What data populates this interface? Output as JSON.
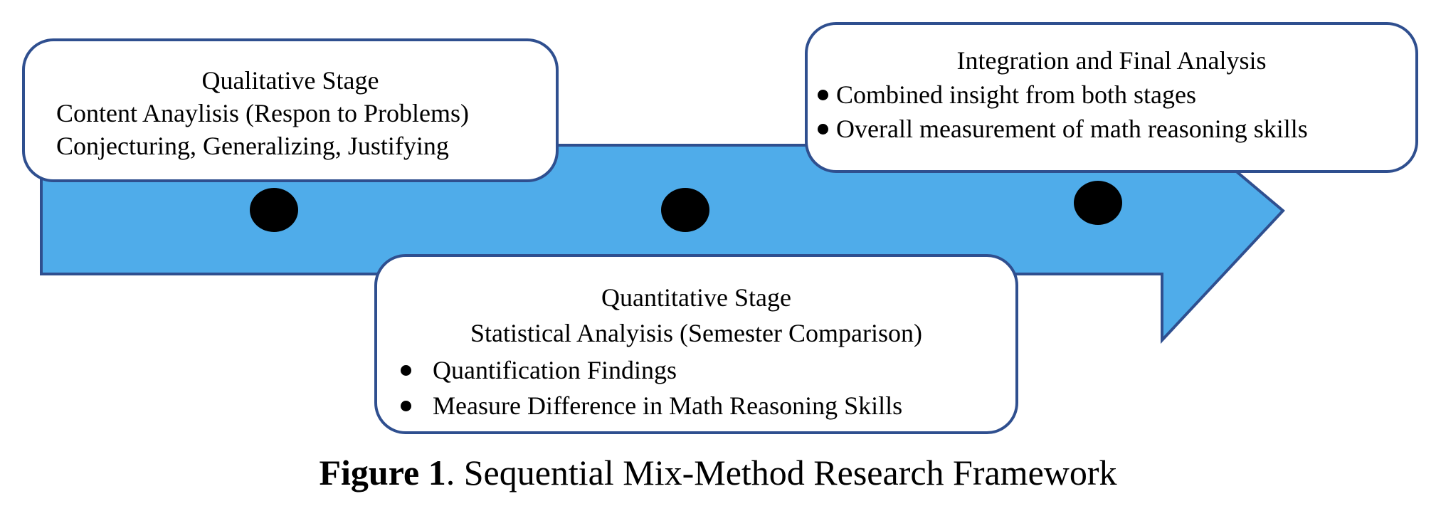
{
  "diagram": {
    "arrow_color": "#4facea",
    "border_color": "#2f4f8f",
    "stages": {
      "qualitative": {
        "title": "Qualitative Stage",
        "line1": "Content Anaylisis (Respon to Problems)",
        "line2": "Conjecturing, Generalizing, Justifying"
      },
      "quantitative": {
        "title": "Quantitative Stage",
        "subtitle": "Statistical Analyisis (Semester Comparison)",
        "bullets": [
          "Quantification Findings",
          "Measure Difference in Math Reasoning Skills"
        ]
      },
      "integration": {
        "title": "Integration and Final Analysis",
        "bullets": [
          "Combined insight from both stages",
          "Overall measurement of math reasoning skills"
        ]
      }
    }
  },
  "caption": {
    "label": "Figure 1",
    "text": ". Sequential Mix-Method Research Framework"
  }
}
